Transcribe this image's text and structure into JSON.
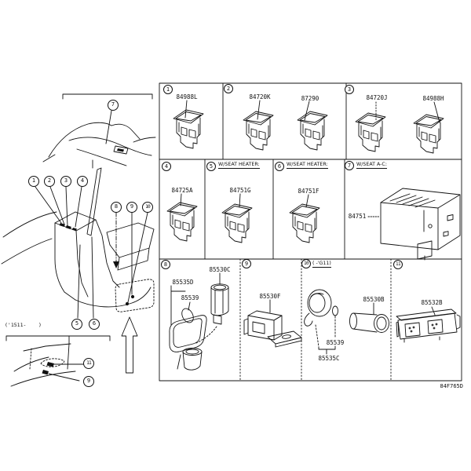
{
  "diagram_code": "84F765D",
  "left": {
    "note": "('1511-    )",
    "callouts": [
      {
        "n": "7"
      },
      {
        "n": "1"
      },
      {
        "n": "2"
      },
      {
        "n": "3"
      },
      {
        "n": "4"
      },
      {
        "n": "8"
      },
      {
        "n": "9"
      },
      {
        "n": "10"
      },
      {
        "n": "5"
      },
      {
        "n": "6"
      },
      {
        "n": "11"
      },
      {
        "n": "9"
      }
    ]
  },
  "grid": {
    "cells": [
      {
        "num": "1",
        "header": "",
        "parts": [
          "84988L"
        ]
      },
      {
        "num": "2",
        "header": "",
        "parts": [
          "84720K",
          "87290"
        ]
      },
      {
        "num": "3",
        "header": "",
        "parts": [
          "84720J",
          "84988H"
        ]
      },
      {
        "num": "4",
        "header": "",
        "parts": [
          "84725A"
        ]
      },
      {
        "num": "5",
        "header": "W/SEAT HEATER:",
        "parts": [
          "84751G"
        ]
      },
      {
        "num": "6",
        "header": "W/SEAT HEATER:",
        "parts": [
          "84751F"
        ]
      },
      {
        "num": "7",
        "header": "W/SEAT A-C:",
        "parts": [
          "84751"
        ]
      },
      {
        "num": "8",
        "header": "",
        "parts": [
          "85535D",
          "85539",
          "85530C"
        ]
      },
      {
        "num": "9",
        "header": "",
        "parts": [
          "85530F"
        ]
      },
      {
        "num": "10",
        "header": "( -'G11)",
        "parts": [
          "85530B",
          "85539",
          "85535C"
        ]
      },
      {
        "num": "11",
        "header": "",
        "parts": [
          "85532B"
        ]
      }
    ]
  }
}
